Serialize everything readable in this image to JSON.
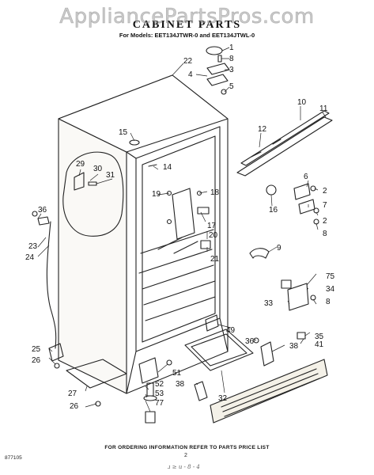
{
  "watermark": "AppliancePartsPros.com",
  "title": "CABINET PARTS",
  "models": "For Models: EET134JTWR-0  and  EET134JTWL-0",
  "footer_note": "FOR ORDERING INFORMATION REFER TO PARTS PRICE LIST",
  "doc_number": "877105",
  "page_number": "2",
  "handwritten": "ɹ ≥ u - 8 - 4",
  "callouts": {
    "c1": "1",
    "c8a": "8",
    "c3": "3",
    "c4": "4",
    "c22": "22",
    "c5": "5",
    "c10": "10",
    "c11": "11",
    "c12": "12",
    "c15": "15",
    "c14": "14",
    "c29": "29",
    "c30": "30",
    "c31": "31",
    "c19": "19",
    "c18": "18",
    "c6": "6",
    "c2a": "2",
    "c16": "16",
    "c7": "7",
    "c2b": "2",
    "c8b": "8",
    "c36a": "36",
    "c17": "17",
    "c20": "20",
    "c9": "9",
    "c23": "23",
    "c24": "24",
    "c21": "21",
    "c75": "75",
    "c34": "34",
    "c33": "33",
    "c8c": "8",
    "c49": "49",
    "c35": "35",
    "c36b": "36",
    "c41": "41",
    "c38a": "38",
    "c25": "25",
    "c26a": "26",
    "c51": "51",
    "c52": "52",
    "c53": "53",
    "c77": "77",
    "c38b": "38",
    "c27": "27",
    "c26b": "26",
    "c32": "32"
  }
}
